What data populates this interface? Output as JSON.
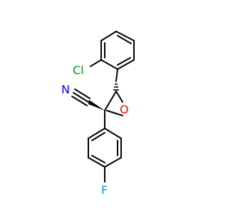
{
  "molecule": {
    "atoms": {
      "chlorine": "Cl",
      "nitrogen": "N",
      "oxygen": "O",
      "fluorine": "F"
    },
    "colors": {
      "chlorine": "#00a000",
      "nitrogen": "#0000ff",
      "oxygen": "#ff0000",
      "fluorine": "#00a0a0",
      "bond": "#000000"
    }
  }
}
